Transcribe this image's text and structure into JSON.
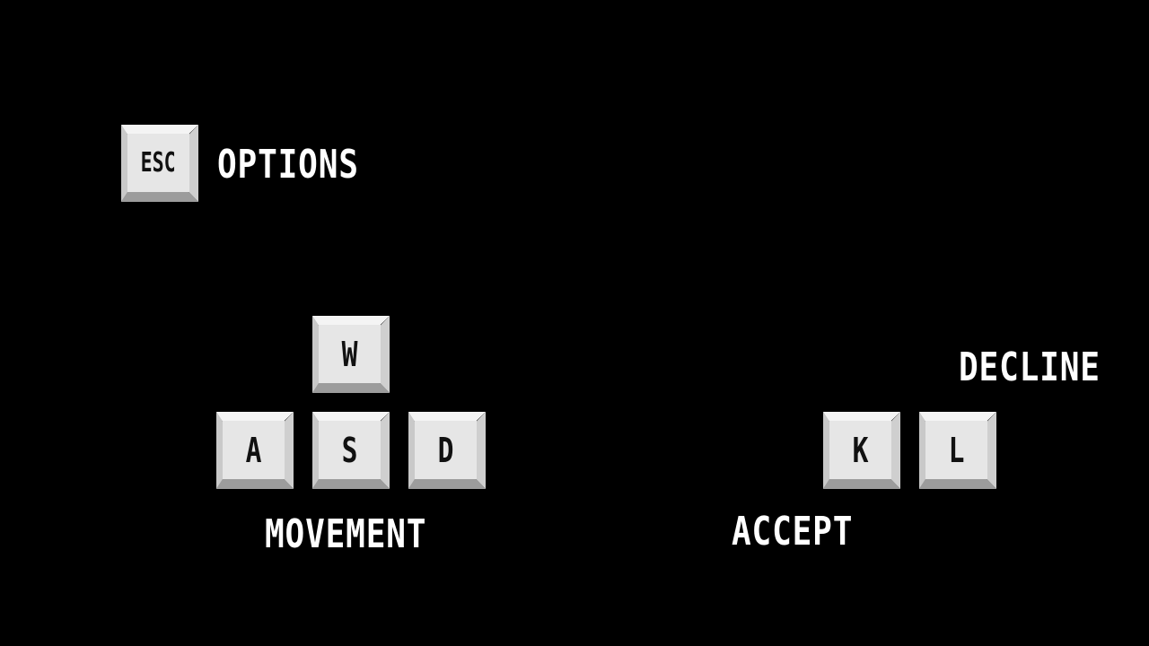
{
  "background_color": "#000000",
  "key_color": "#e6e6e6",
  "text_color": "#ffffff",
  "keys": {
    "esc": "ESC",
    "w": "W",
    "a": "A",
    "s": "S",
    "d": "D",
    "k": "K",
    "l": "L"
  },
  "labels": {
    "options": "OPTIONS",
    "movement": "MOVEMENT",
    "accept": "ACCEPT",
    "decline": "DECLINE"
  }
}
